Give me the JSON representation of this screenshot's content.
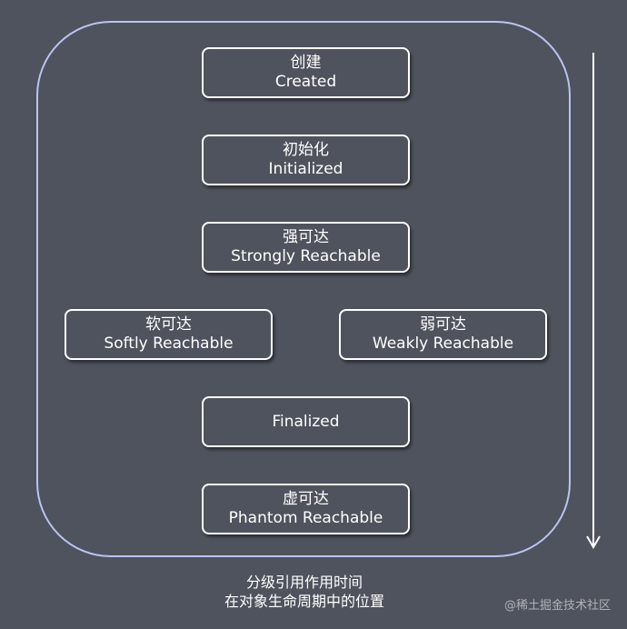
{
  "nodes": {
    "created": {
      "zh": "创建",
      "en": "Created"
    },
    "initialized": {
      "zh": "初始化",
      "en": "Initialized"
    },
    "strongly": {
      "zh": "强可达",
      "en": "Strongly Reachable"
    },
    "softly": {
      "zh": "软可达",
      "en": "Softly Reachable"
    },
    "weakly": {
      "zh": "弱可达",
      "en": "Weakly Reachable"
    },
    "finalized": {
      "en": "Finalized"
    },
    "phantom": {
      "zh": "虚可达",
      "en": "Phantom Reachable"
    }
  },
  "caption": {
    "line1": "分级引用作用时间",
    "line2": "在对象生命周期中的位置"
  },
  "watermark": "@稀土掘金技术社区",
  "colors": {
    "background": "#4f535d",
    "frame_border": "#b9c6f0",
    "node_border": "#ffffff",
    "text": "#ffffff"
  },
  "icons": {
    "timeline": "down-arrow-icon"
  }
}
